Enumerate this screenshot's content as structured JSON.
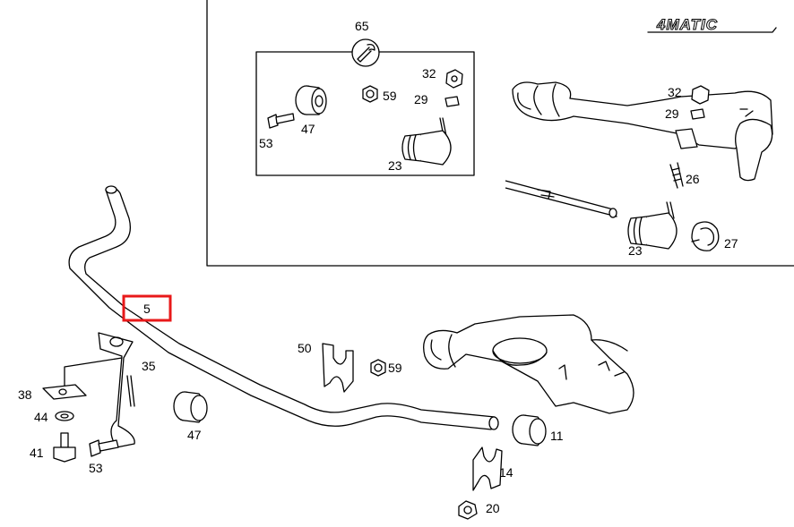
{
  "logo": "4MATIC",
  "labels": {
    "p65": "65",
    "p32a": "32",
    "p59a": "59",
    "p29a": "29",
    "p47a": "47",
    "p53a": "53",
    "p23a": "23",
    "p32b": "32",
    "p29b": "29",
    "p26": "26",
    "p23b": "23",
    "p27": "27",
    "p5": "5",
    "p50": "50",
    "p59b": "59",
    "p35": "35",
    "p38": "38",
    "p44": "44",
    "p41": "41",
    "p53b": "53",
    "p47b": "47",
    "p11": "11",
    "p14": "14",
    "p20": "20"
  },
  "colors": {
    "line": "#000000",
    "highlight": "#e8191a",
    "background": "#ffffff"
  },
  "icons": {
    "wrench": "wrench-icon"
  }
}
